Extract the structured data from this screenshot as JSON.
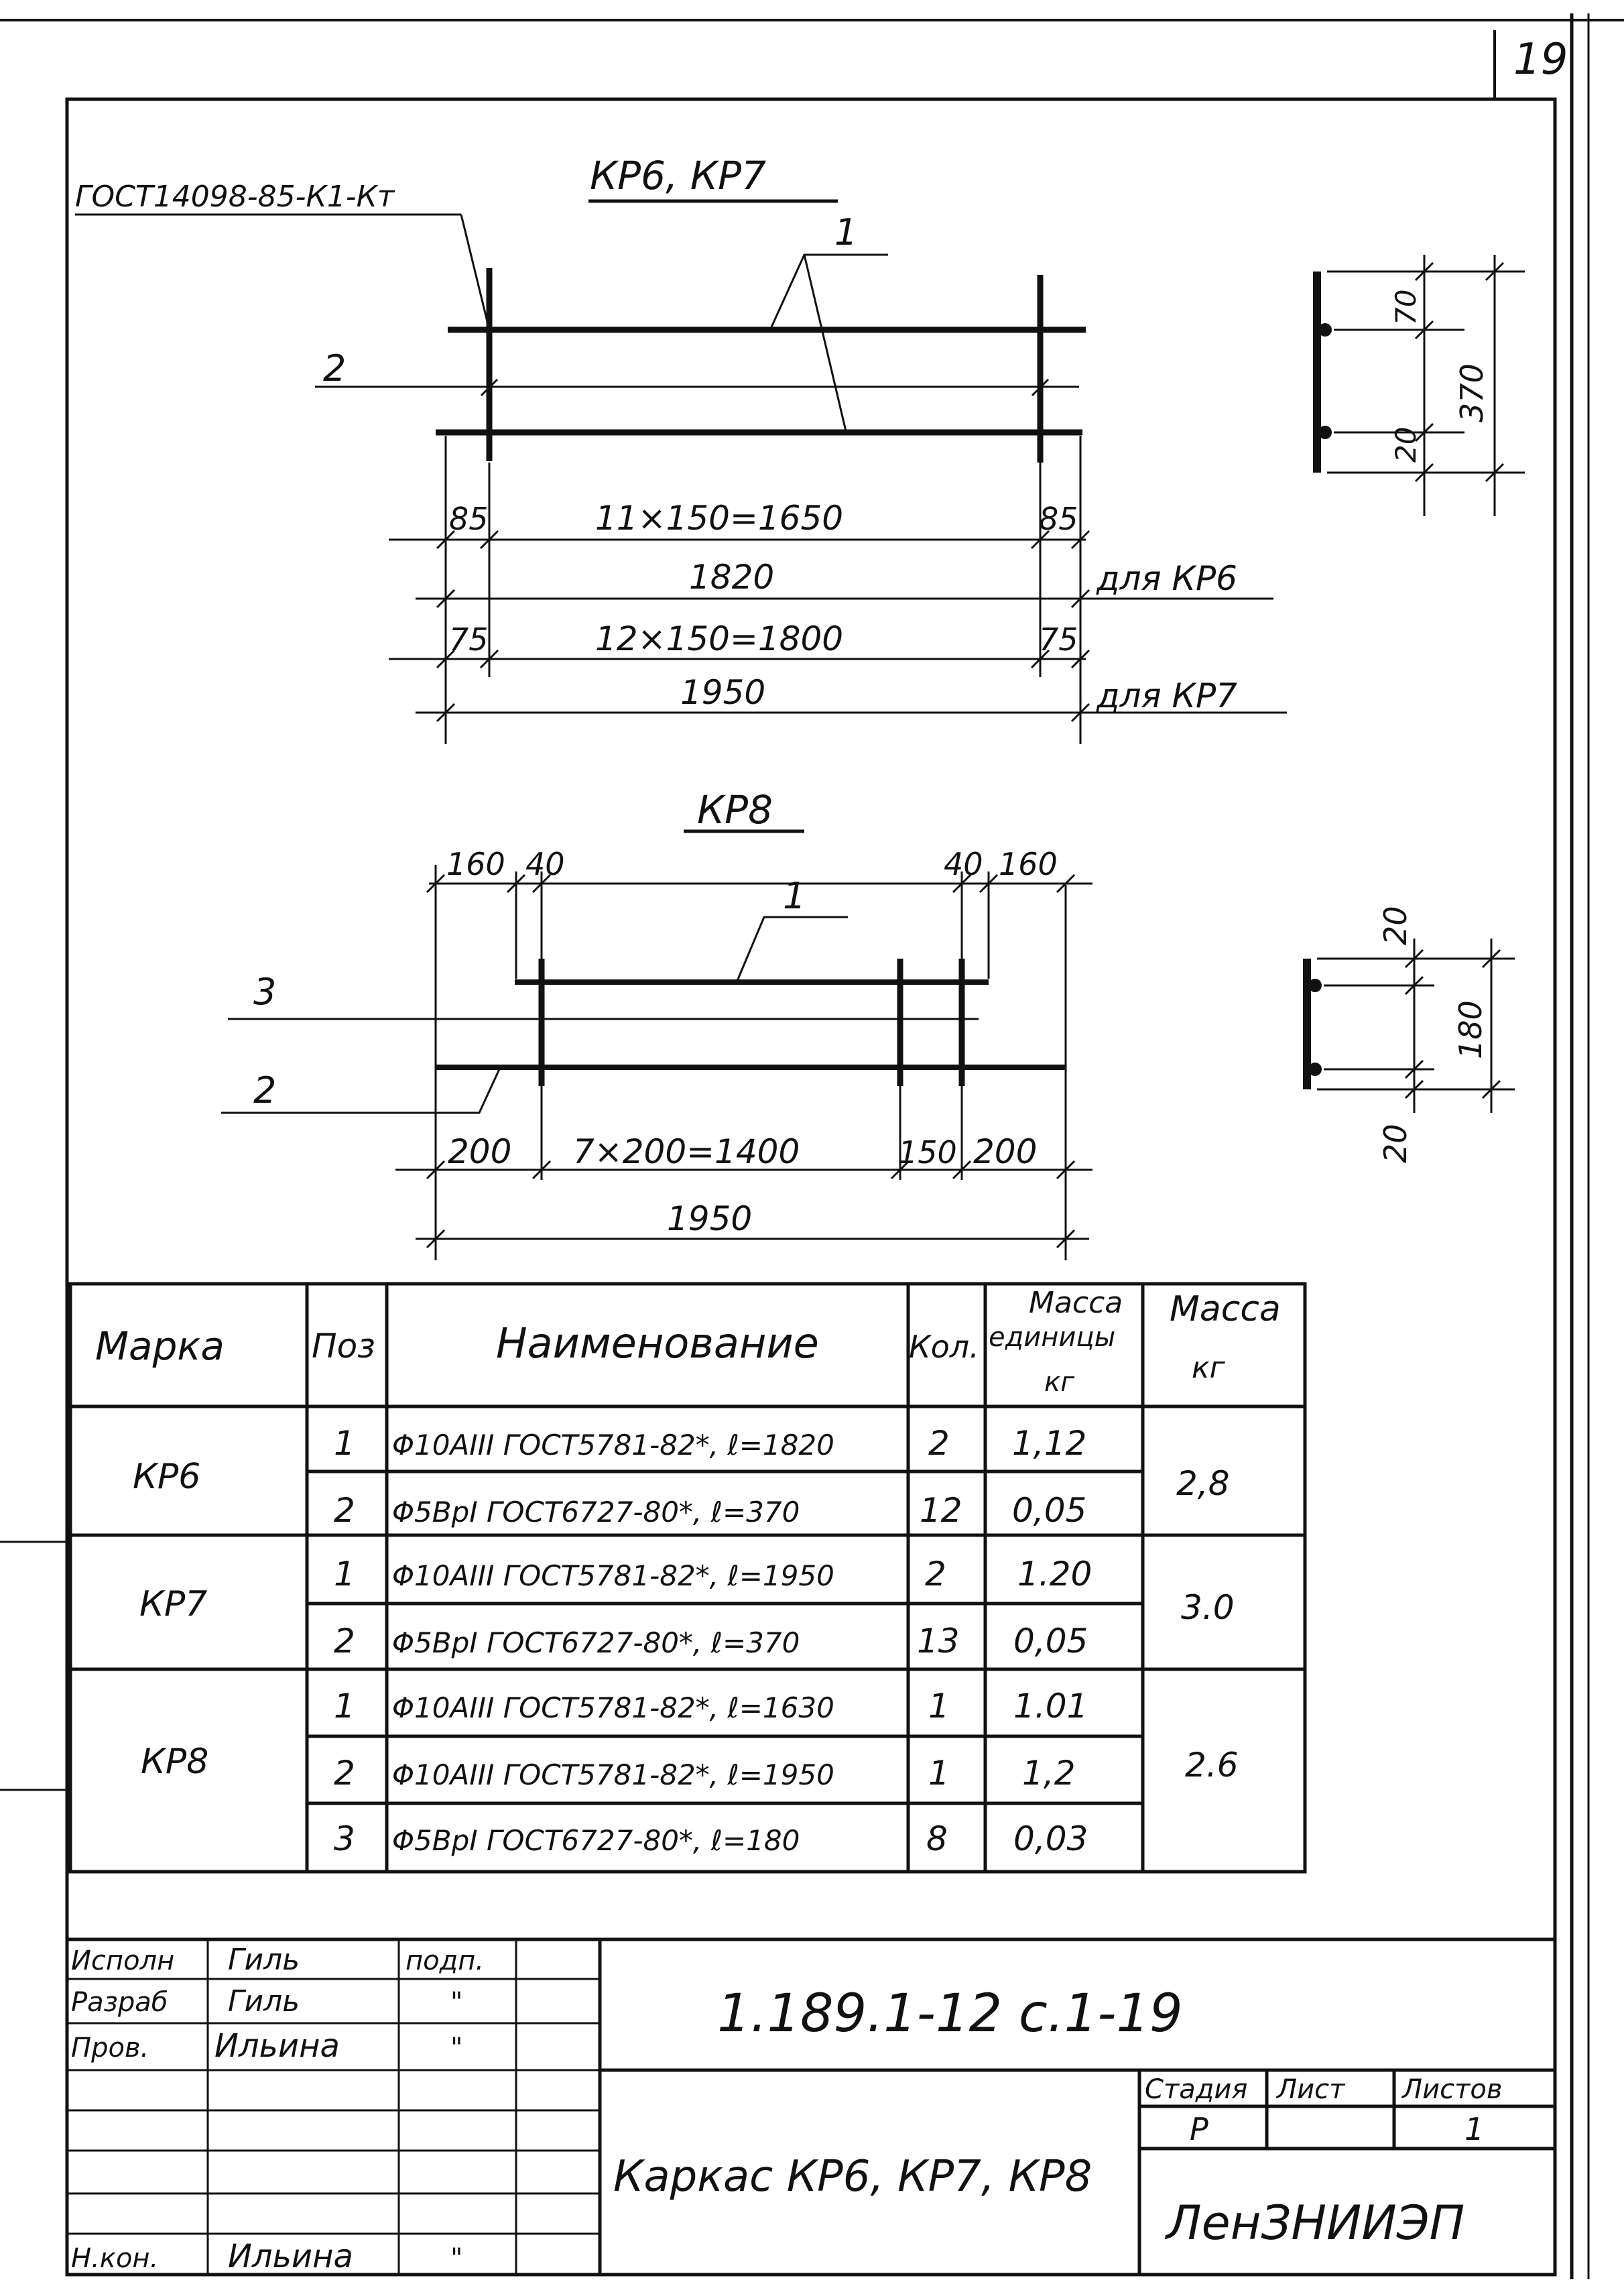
{
  "sheet_number": "19",
  "kr67": {
    "title": "КР6, КР7",
    "weld_ref": "ГОСТ14098-85-К1-Кт",
    "pos1": "1",
    "pos2": "2",
    "dim_end_left_a": "85",
    "dim_span_a": "11×150=1650",
    "dim_end_right_a": "85",
    "dim_total_a": "1820",
    "note_a": "для КР6",
    "dim_end_left_b": "75",
    "dim_span_b": "12×150=1800",
    "dim_end_right_b": "75",
    "dim_total_b": "1950",
    "note_b": "для КР7",
    "sec_top": "70",
    "sec_total": "370",
    "sec_bot": "20"
  },
  "kr8": {
    "title": "КР8",
    "pos1": "1",
    "pos2": "2",
    "pos3": "3",
    "dim_t1": "160",
    "dim_t2": "40",
    "dim_t3": "40",
    "dim_t4": "160",
    "dim_b1": "200",
    "dim_b2": "7×200=1400",
    "dim_b3": "150",
    "dim_b4": "200",
    "dim_total": "1950",
    "sec_top": "20",
    "sec_total": "180",
    "sec_bot": "20"
  },
  "spec_table": {
    "headers": {
      "mark": "Марка",
      "pos": "Поз",
      "name": "Наименование",
      "qty": "Кол.",
      "unit_mass": [
        "Масса",
        "единицы",
        "кг"
      ],
      "mass": [
        "Масса",
        "кг"
      ]
    },
    "groups": [
      {
        "mark": "КР6",
        "mass": "2,8",
        "rows": [
          {
            "pos": "1",
            "name": "Φ10АIII ГОСТ5781-82*, ℓ=1820",
            "qty": "2",
            "unit": "1,12"
          },
          {
            "pos": "2",
            "name": "Φ5ВрI ГОСТ6727-80*, ℓ=370",
            "qty": "12",
            "unit": "0,05"
          }
        ]
      },
      {
        "mark": "КР7",
        "mass": "3.0",
        "rows": [
          {
            "pos": "1",
            "name": "Φ10АIII ГОСТ5781-82*, ℓ=1950",
            "qty": "2",
            "unit": "1.20"
          },
          {
            "pos": "2",
            "name": "Φ5ВрI ГОСТ6727-80*, ℓ=370",
            "qty": "13",
            "unit": "0,05"
          }
        ]
      },
      {
        "mark": "КР8",
        "mass": "2.6",
        "rows": [
          {
            "pos": "1",
            "name": "Φ10АIII ГОСТ5781-82*, ℓ=1630",
            "qty": "1",
            "unit": "1.01"
          },
          {
            "pos": "2",
            "name": "Φ10АIII ГОСТ5781-82*, ℓ=1950",
            "qty": "1",
            "unit": "1,2"
          },
          {
            "pos": "3",
            "name": "Φ5ВрI ГОСТ6727-80*, ℓ=180",
            "qty": "8",
            "unit": "0,03"
          }
        ]
      }
    ]
  },
  "title_block": {
    "roles": [
      {
        "role": "Исполн",
        "name": "Гиль",
        "sign": "подп."
      },
      {
        "role": "Разраб",
        "name": "Гиль",
        "sign": "\""
      },
      {
        "role": "Пров.",
        "name": "Ильина",
        "sign": "\""
      },
      {
        "role": "Н.кон.",
        "name": "Ильина",
        "sign": "\""
      }
    ],
    "doc_code": "1.189.1-12 с.1-19",
    "doc_title": "Каркас КР6, КР7, КР8",
    "stage_label": "Стадия",
    "sheet_label": "Лист",
    "sheets_label": "Листов",
    "stage_value": "Р",
    "sheet_value": "",
    "sheets_value": "1",
    "organization": "ЛенЗНИИЭП"
  }
}
